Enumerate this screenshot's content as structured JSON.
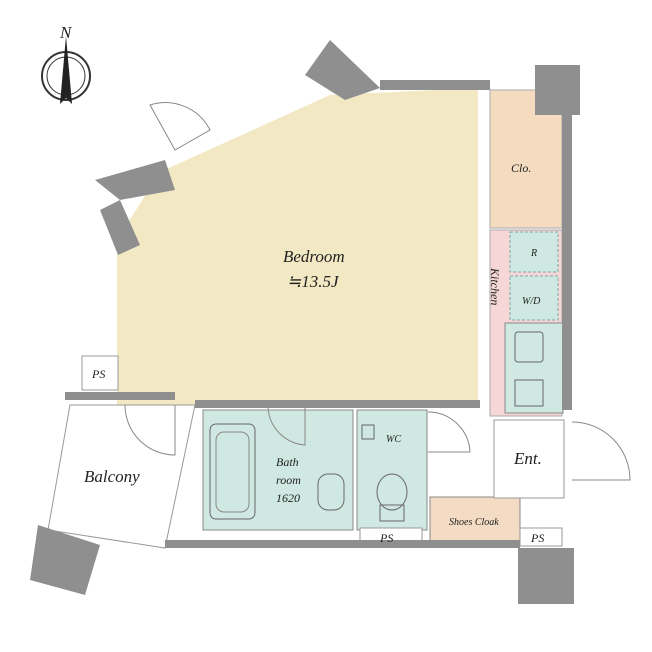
{
  "compass": {
    "north_label": "N"
  },
  "rooms": {
    "bedroom": {
      "label": "Bedroom",
      "size": "≒13.5J"
    },
    "closet": {
      "label": "Clo."
    },
    "kitchen": {
      "label": "Kitchen",
      "fridge": "R",
      "washer": "W/D"
    },
    "bathroom": {
      "label_line1": "Bath",
      "label_line2": "room",
      "label_line3": "1620"
    },
    "wc": {
      "label": "WC"
    },
    "entrance": {
      "label": "Ent."
    },
    "shoes_cloak": {
      "label": "Shoes Cloak"
    },
    "balcony": {
      "label": "Balcony"
    },
    "ps_labels": [
      "PS",
      "PS",
      "PS"
    ]
  },
  "colors": {
    "bedroom_fill": "#f2e9c4",
    "closet_fill": "#f5dcc1",
    "kitchen_fill": "#f6d6d6",
    "wet_fill": "#cfe8e1",
    "shoes_fill": "#f3dcc3",
    "wall": "#8f8f8f"
  }
}
